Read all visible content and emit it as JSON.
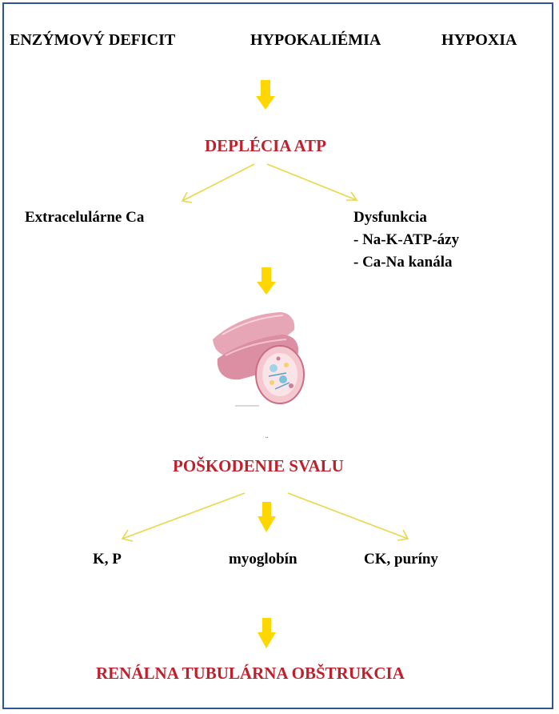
{
  "top_row": {
    "cause_1": "ENZÝMOVÝ DEFICIT",
    "cause_2": "HYPOKALIÉMIA",
    "cause_3": "HYPOXIA"
  },
  "atp_depletion": "DEPLÉCIA ATP",
  "branch_left": "Extracelulárne Ca",
  "branch_right": {
    "title": "Dysfunkcia",
    "line_1": "- Na-K-ATP-ázy",
    "line_2": "- Ca-Na kanála"
  },
  "muscle_damage": "POŠKODENIE SVALU",
  "products": {
    "left": "K, P",
    "center": "myoglobín",
    "right": "CK,  puríny"
  },
  "outcome": "RENÁLNA TUBULÁRNA OBŠTRUKCIA",
  "colors": {
    "emphasis_text": "#c0202c",
    "arrow": "#ffd700",
    "thin_arrow": "#e8d84a",
    "frame_border": "#2f5597"
  }
}
